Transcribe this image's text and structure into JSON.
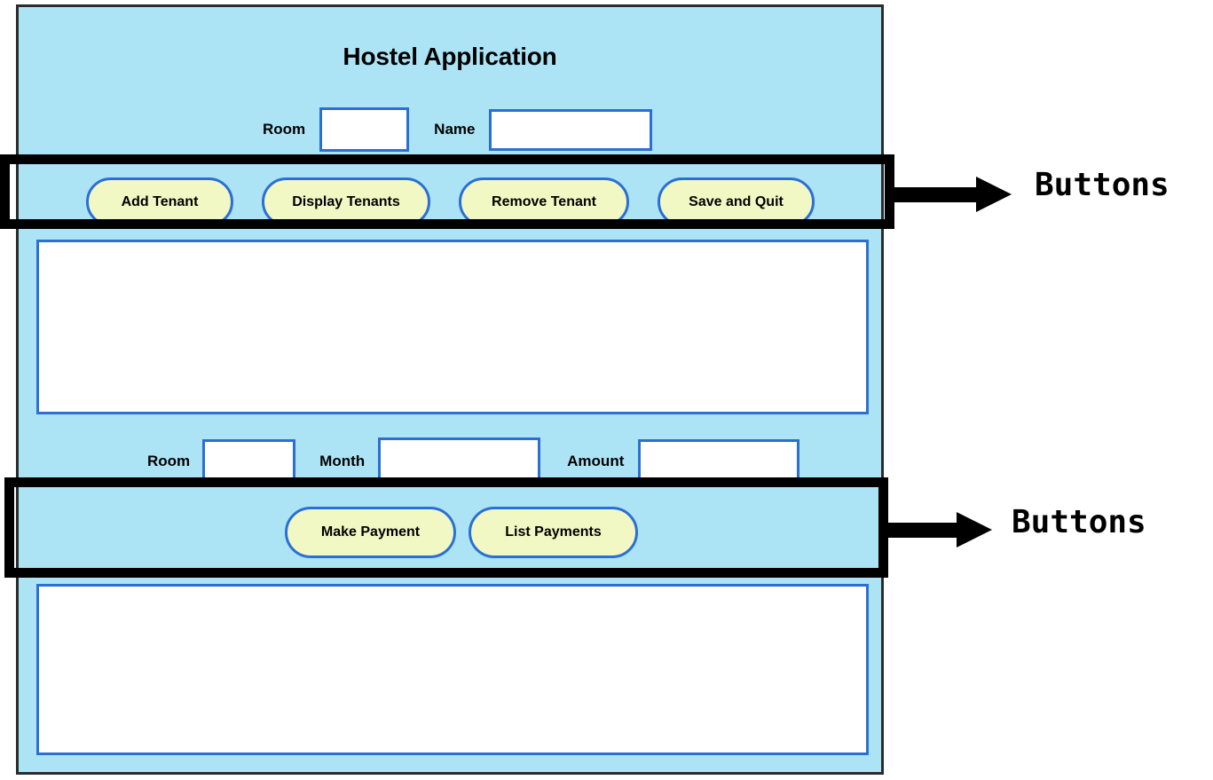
{
  "window": {
    "title": "Hostel Application",
    "background_color": "#ace4f5",
    "border_color": "#2b2b2b"
  },
  "theme": {
    "panel_blue": "#ace4f5",
    "button_fill": "#f1f8c3",
    "button_border": "#2b6fd6",
    "input_border": "#2b6fd6",
    "input_fill": "#ffffff",
    "annotation_black": "#000000",
    "text_black": "#000000"
  },
  "tenant_section": {
    "fields": [
      {
        "label": "Room",
        "value": "",
        "placeholder": ""
      },
      {
        "label": "Name",
        "value": "",
        "placeholder": ""
      }
    ],
    "buttons": [
      {
        "label": "Add Tenant"
      },
      {
        "label": "Display Tenants"
      },
      {
        "label": "Remove Tenant"
      },
      {
        "label": "Save and Quit"
      }
    ],
    "list": {
      "items": [],
      "value": ""
    }
  },
  "payment_section": {
    "fields": [
      {
        "label": "Room",
        "value": "",
        "placeholder": ""
      },
      {
        "label": "Month",
        "value": "",
        "placeholder": ""
      },
      {
        "label": "Amount",
        "value": "",
        "placeholder": ""
      }
    ],
    "buttons": [
      {
        "label": "Make Payment"
      },
      {
        "label": "List Payments"
      }
    ],
    "list": {
      "items": [],
      "value": ""
    }
  },
  "annotations": [
    {
      "label": "Buttons",
      "target": "tenant-button-row"
    },
    {
      "label": "Buttons",
      "target": "payment-button-row"
    }
  ]
}
